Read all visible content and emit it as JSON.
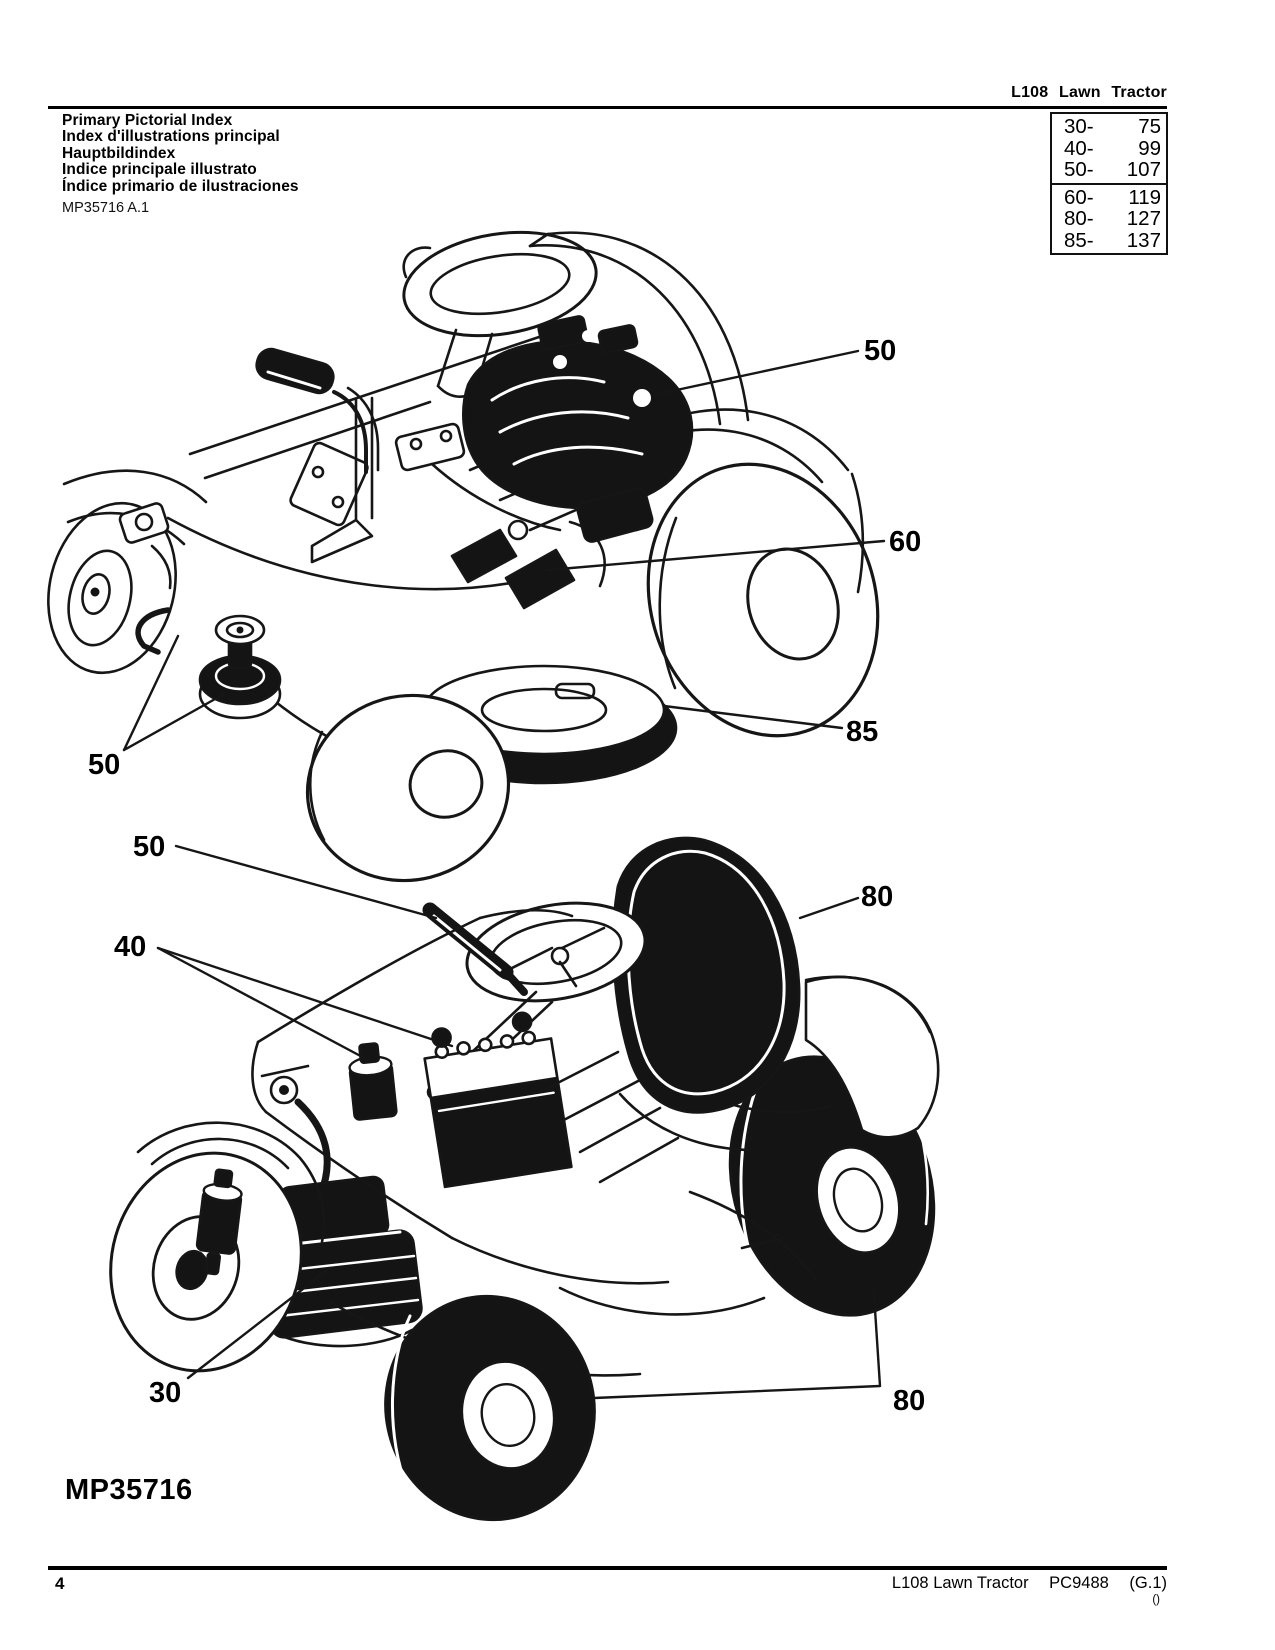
{
  "colors": {
    "paper": "#ffffff",
    "ink": "#000000",
    "line_art": "#161616"
  },
  "header": {
    "title": "L108 Lawn Tractor"
  },
  "index_table": {
    "sections": [
      {
        "rows": [
          {
            "section": "30-",
            "page": "75"
          },
          {
            "section": "40-",
            "page": "99"
          },
          {
            "section": "50-",
            "page": "107"
          }
        ]
      },
      {
        "rows": [
          {
            "section": "60-",
            "page": "119"
          },
          {
            "section": "80-",
            "page": "127"
          },
          {
            "section": "85-",
            "page": "137"
          }
        ]
      }
    ]
  },
  "titles": {
    "lines": [
      "Primary Pictorial Index",
      "Index d'illustrations principal",
      "Hauptbildindex",
      "Indice principale illustrato",
      "Índice primario de ilustraciones"
    ]
  },
  "figure": {
    "ref": "MP35716 A.1",
    "code": "MP35716"
  },
  "callouts": {
    "top": [
      "50",
      "60",
      "85",
      "50"
    ],
    "bottom": [
      "50",
      "40",
      "80",
      "80",
      "30"
    ]
  },
  "footer": {
    "page_number": "4",
    "model": "L108 Lawn Tractor",
    "catalog": "PC9488",
    "revision": "(G.1)",
    "note": "()"
  }
}
